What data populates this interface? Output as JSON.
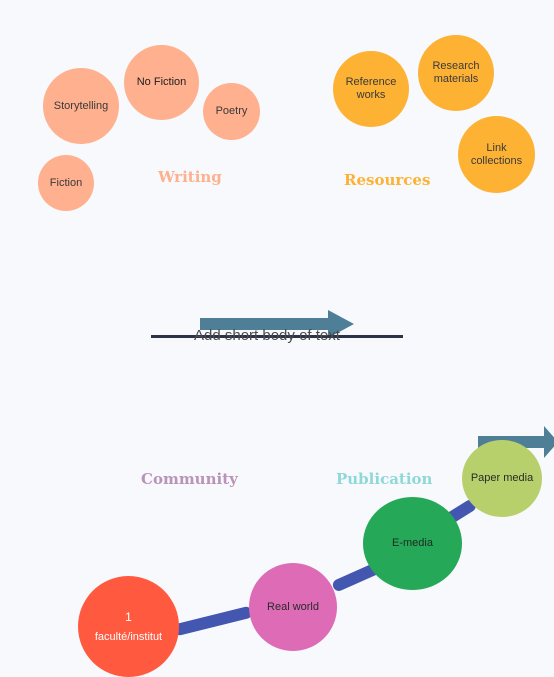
{
  "writing": {
    "heading": "Writing",
    "items": [
      "Storytelling",
      "No Fiction",
      "Poetry",
      "Fiction"
    ]
  },
  "resources": {
    "heading": "Resources",
    "items": [
      "Reference works",
      "Research materials",
      "Link collections"
    ]
  },
  "center": {
    "body_text": "Add short body of text"
  },
  "community": {
    "heading": "Community"
  },
  "publication": {
    "heading": "Publication"
  },
  "timeline": {
    "start_number": "1",
    "start_label": "faculté/institut",
    "stages": [
      "Real world",
      "E-media",
      "Paper media"
    ]
  },
  "colors": {
    "writing": "#ffb08e",
    "resources": "#fdb234",
    "community": "#b993b8",
    "publication": "#8fd8d8",
    "start": "#ff5a3f",
    "real_world": "#dd6bb6",
    "e_media": "#25a857",
    "paper_media": "#b7d06b",
    "connector": "#4356b0",
    "arrow": "#4e7f97"
  }
}
